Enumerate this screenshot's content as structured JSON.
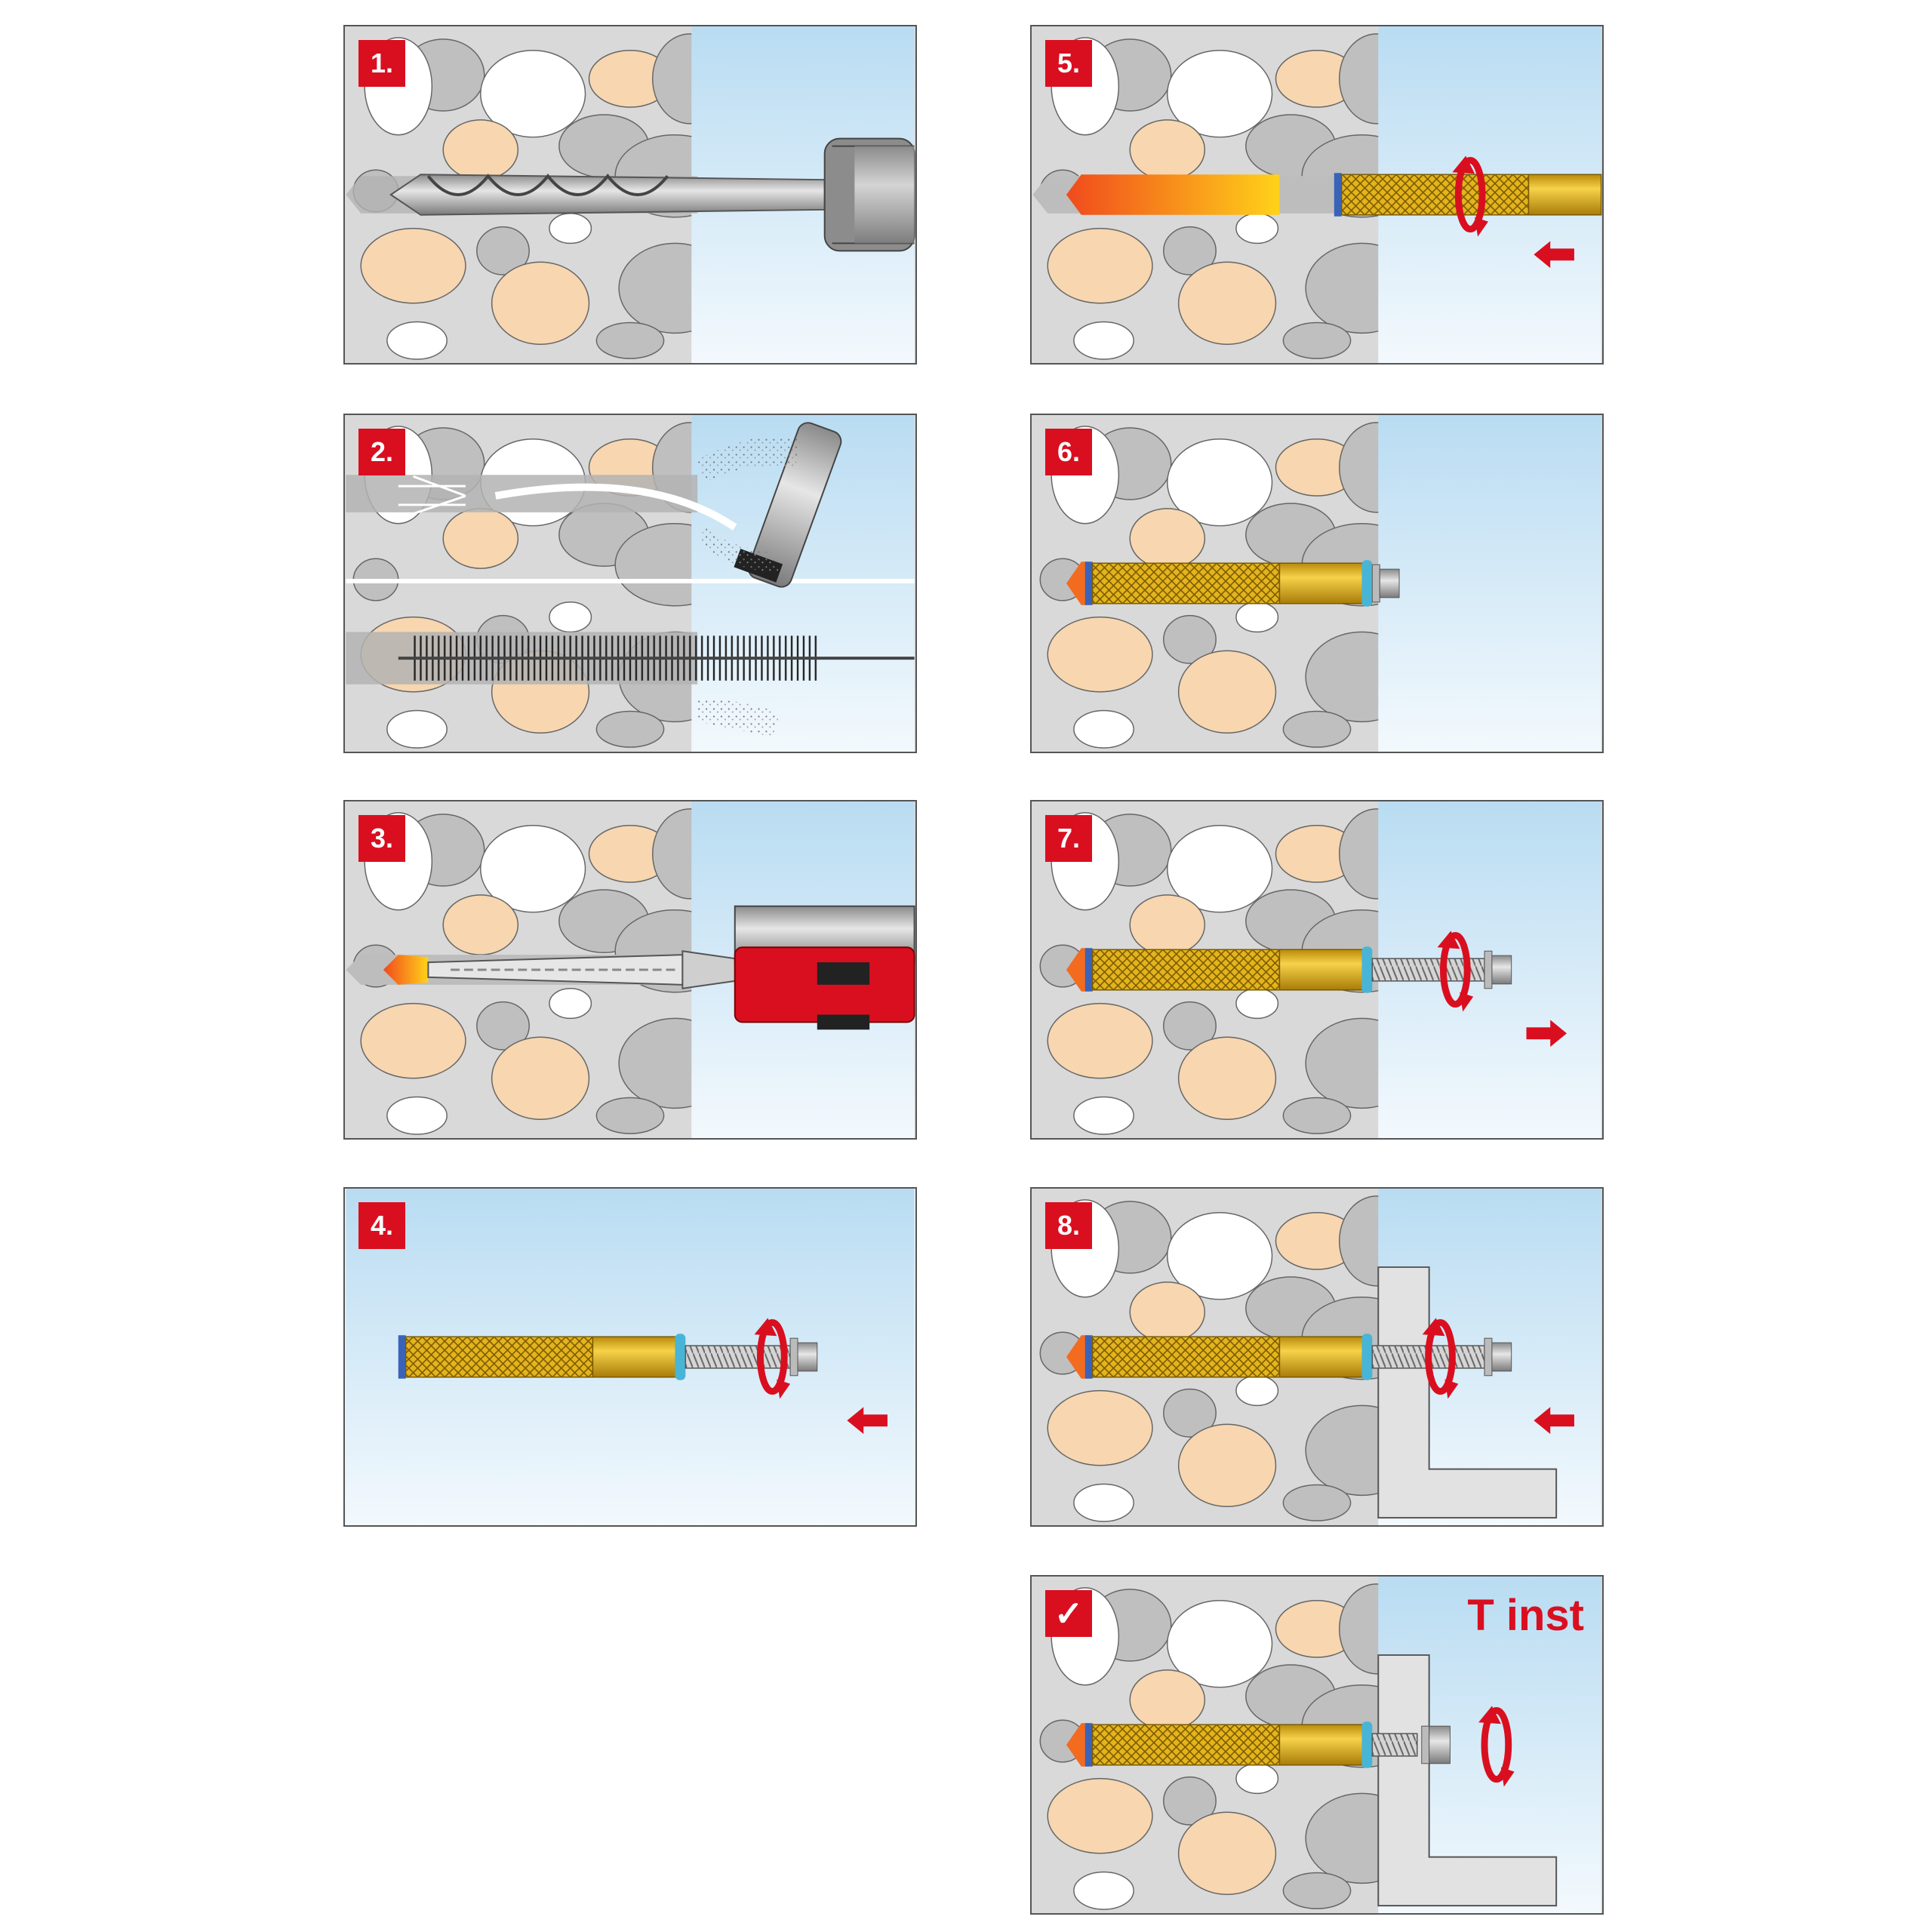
{
  "steps": [
    {
      "label": "1."
    },
    {
      "label": "2."
    },
    {
      "label": "3."
    },
    {
      "label": "4."
    },
    {
      "label": "5."
    },
    {
      "label": "6."
    },
    {
      "label": "7."
    },
    {
      "label": "8."
    },
    {
      "label": "✓"
    }
  ],
  "final_step": {
    "time_label": "T inst"
  },
  "colors": {
    "badge": "#d90f20",
    "concrete": "#d9d9d9",
    "stone_grey": "#bfbfbf",
    "stone_tan": "#f7d6b0",
    "sky": "#cfe5f3",
    "anchor_gold": "#e2b31c",
    "anchor_blue": "#3a63b8",
    "anchor_ring": "#48b5d6",
    "mortar_orange": "#f36b1f",
    "tool_red": "#d90f20"
  },
  "icons": [
    "check-icon",
    "rotate-arrow-icon",
    "direction-arrow-icon",
    "drill-bit-icon",
    "brush-icon",
    "blower-icon",
    "injection-gun-icon"
  ]
}
